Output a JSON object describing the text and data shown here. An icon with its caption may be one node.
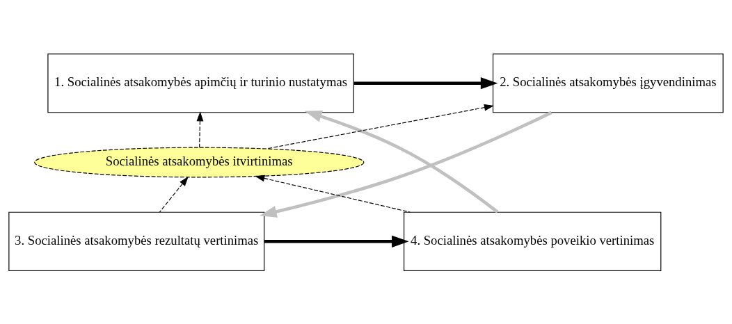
{
  "diagram": {
    "nodes": [
      {
        "text": [
          "1. Socialinės atsakomybės apimčių ir turinio nustatymas"
        ]
      },
      {
        "text": [
          "2. Socialinės atsakomybės įgyvendinimas"
        ]
      },
      {
        "text": [
          "Socialinės atsakomybės itvirtinimas"
        ]
      },
      {
        "text": [
          "4. Socialinės atsakomybės poveikio vertinimas"
        ]
      },
      {
        "text": [
          "3. Socialinės atsakomybės rezultatų vertinimas"
        ]
      }
    ],
    "edges": [
      {
        "from": 0,
        "to": 1,
        "arrow": "to",
        "style": "thick"
      },
      {
        "from": 1,
        "to": 4,
        "arrow": "to",
        "style": "thick",
        "color": "#c0c0c0"
      },
      {
        "from": 4,
        "to": 3,
        "arrow": "to",
        "style": "thick"
      },
      {
        "from": 3,
        "to": 0,
        "arrow": "to",
        "style": "thick",
        "color": "#c0c0c0"
      },
      {
        "from": 2,
        "to": 0,
        "arrow": "to",
        "style": "dashed"
      },
      {
        "from": 2,
        "to": 1,
        "arrow": "to",
        "style": "dashed"
      },
      {
        "from": 4,
        "to": 2,
        "arrow": "to",
        "style": "dashed"
      },
      {
        "from": 3,
        "to": 2,
        "arrow": "to",
        "style": "dashed"
      }
    ]
  }
}
